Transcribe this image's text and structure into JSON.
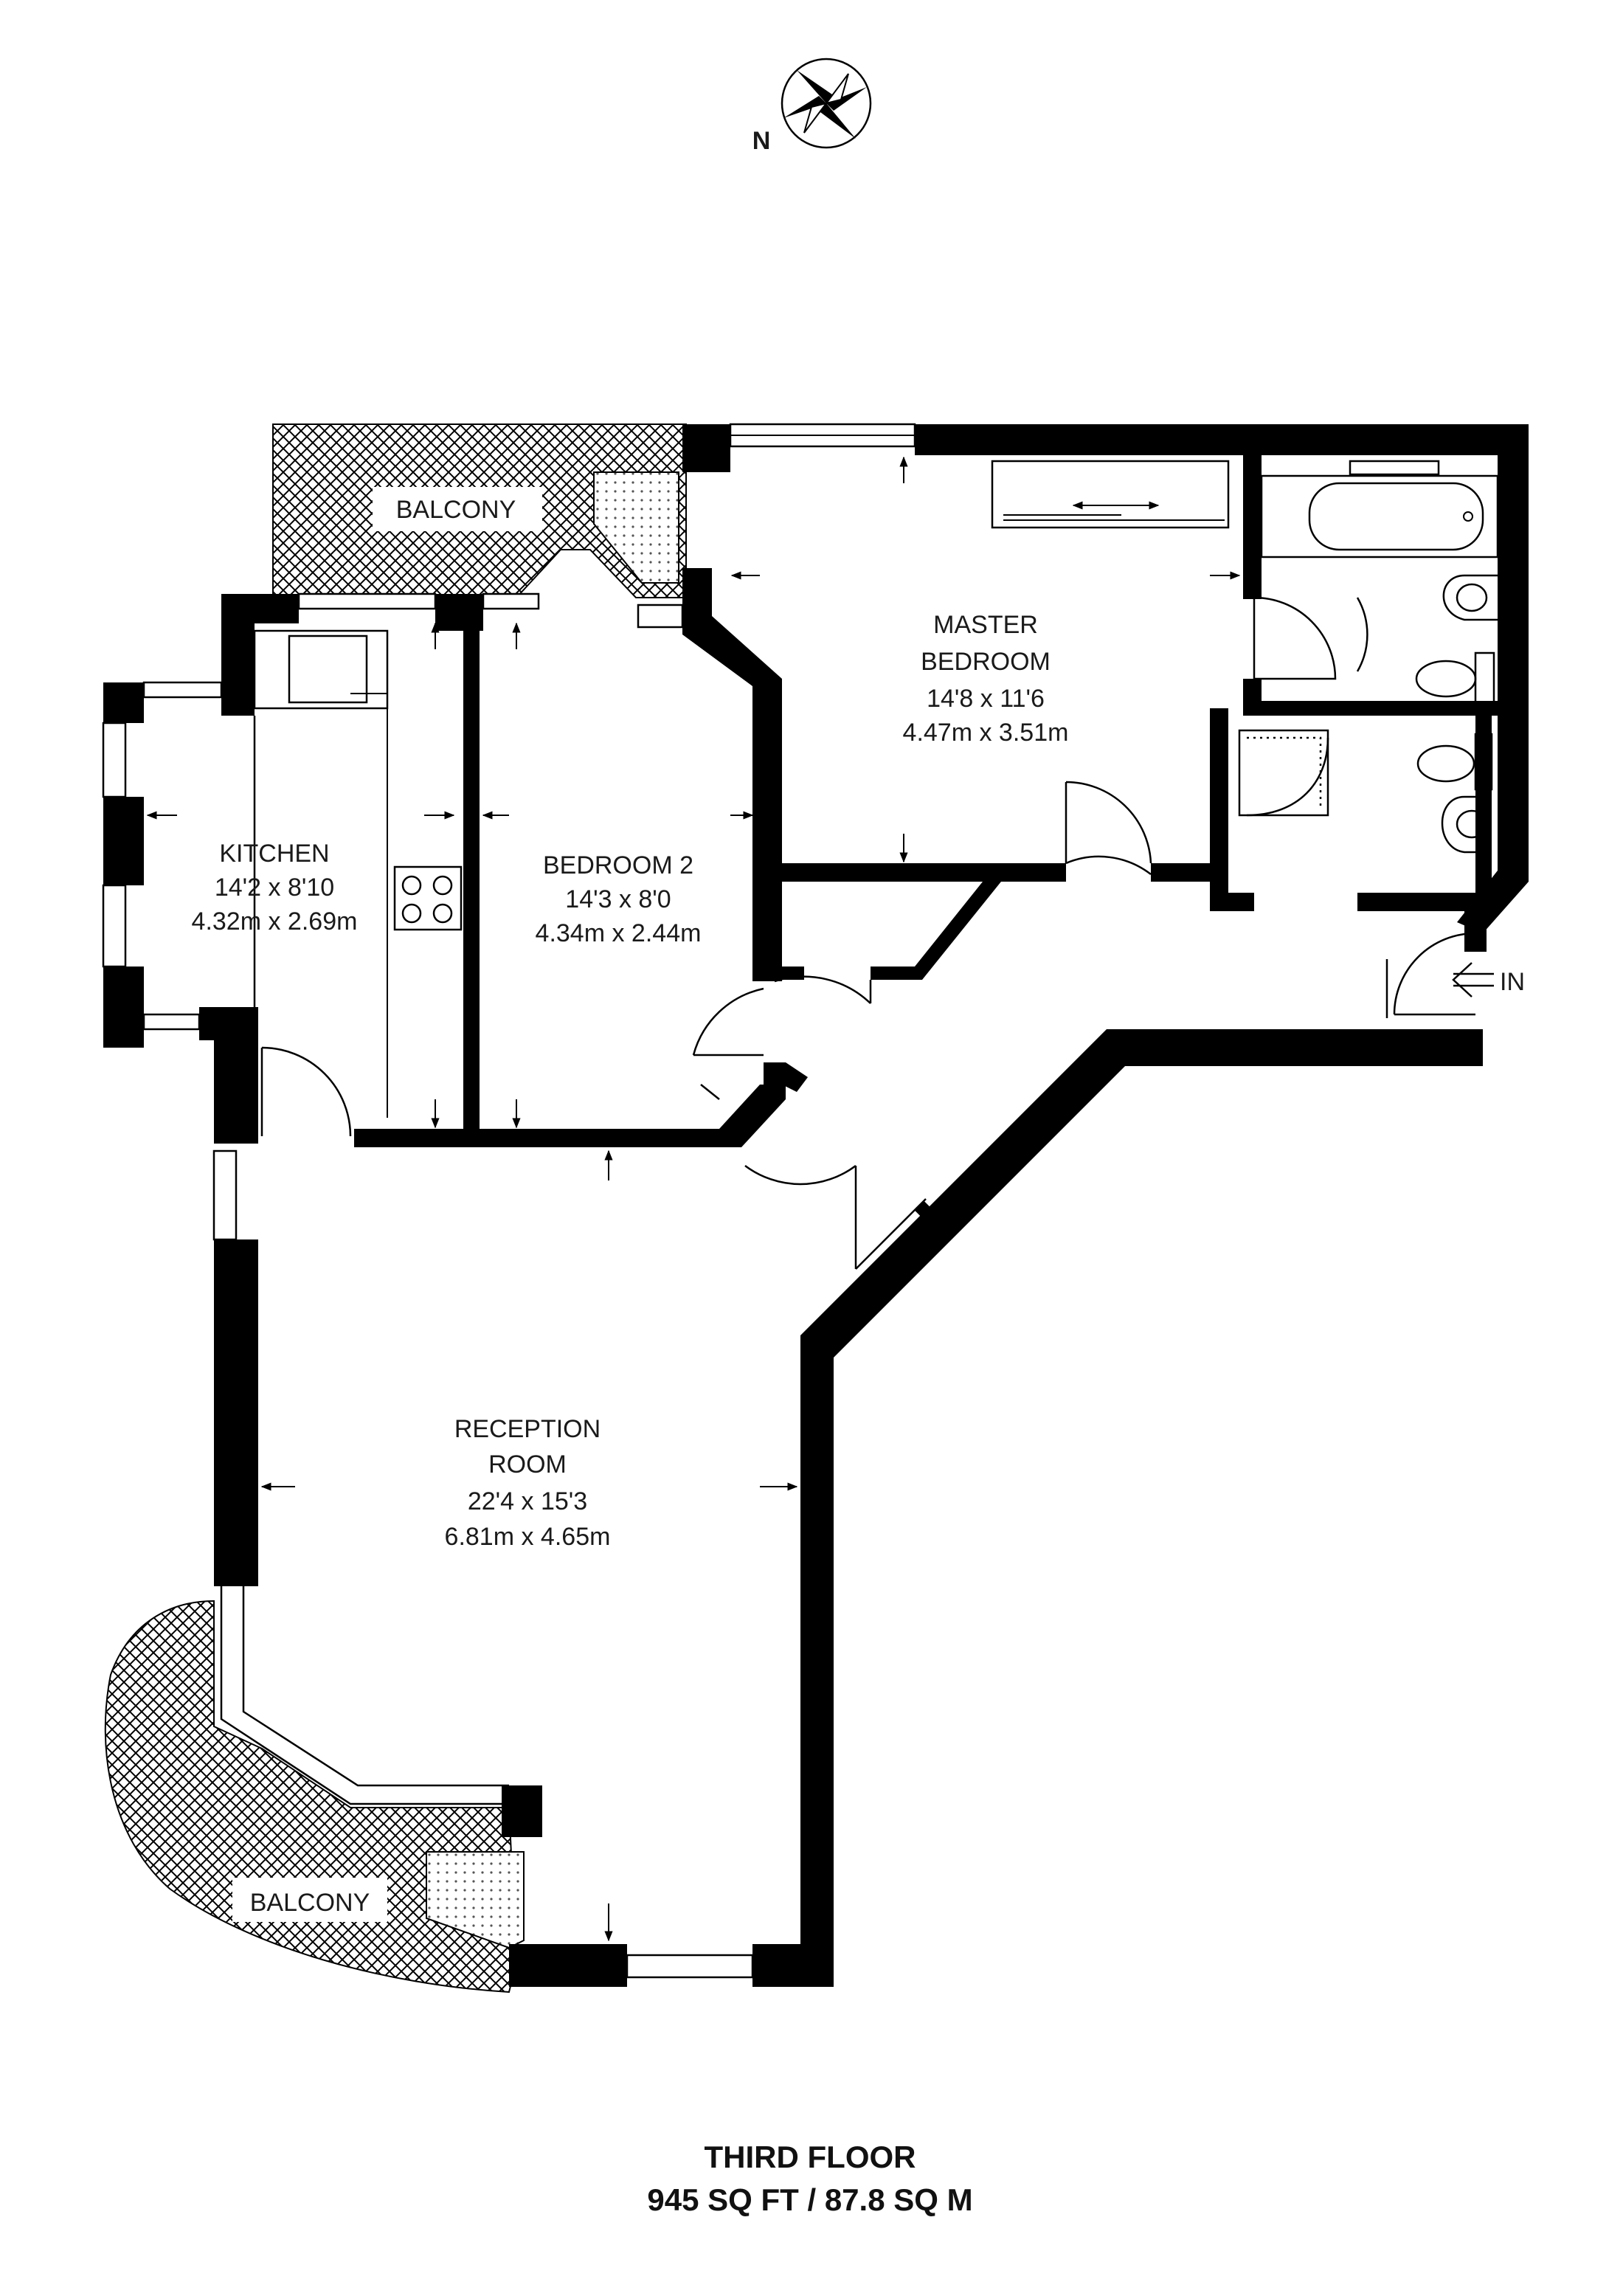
{
  "compass": {
    "north_label": "N"
  },
  "rooms": {
    "balcony_top": {
      "name": "BALCONY"
    },
    "master_bedroom": {
      "name_line1": "MASTER",
      "name_line2": "BEDROOM",
      "imperial": "14'8 x 11'6",
      "metric": "4.47m x 3.51m"
    },
    "kitchen": {
      "name": "KITCHEN",
      "imperial": "14'2 x 8'10",
      "metric": "4.32m x 2.69m"
    },
    "bedroom2": {
      "name": "BEDROOM 2",
      "imperial": "14'3 x 8'0",
      "metric": "4.34m x 2.44m"
    },
    "reception": {
      "name_line1": "RECEPTION",
      "name_line2": "ROOM",
      "imperial": "22'4 x 15'3",
      "metric": "6.81m x 4.65m"
    },
    "balcony_bottom": {
      "name": "BALCONY"
    }
  },
  "entrance": {
    "label": "IN"
  },
  "floor": {
    "name": "THIRD FLOOR",
    "area": "945 SQ FT / 87.8 SQ M"
  }
}
